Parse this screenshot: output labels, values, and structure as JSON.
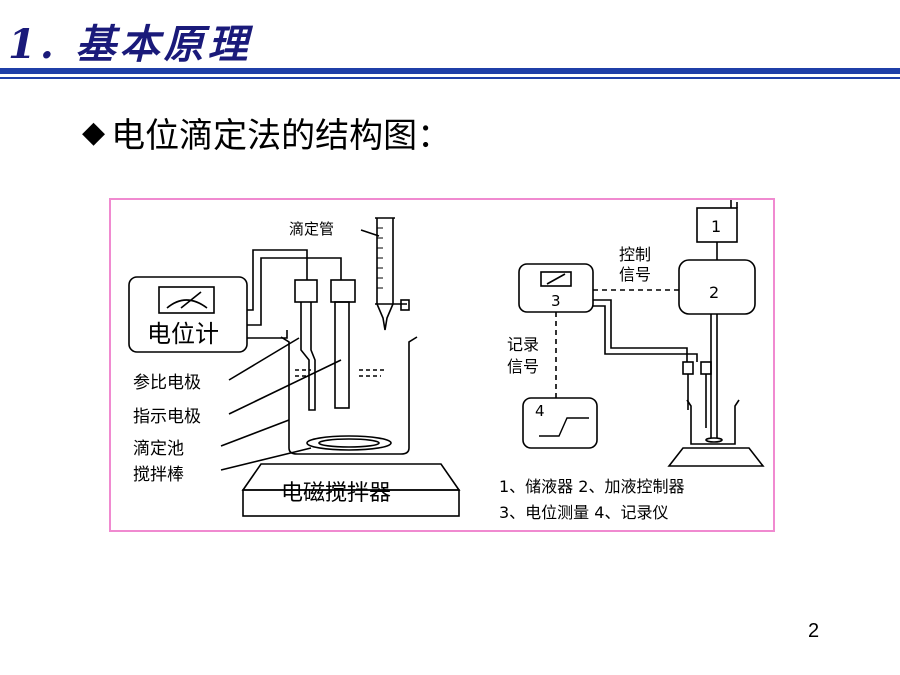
{
  "slide": {
    "title": "1. 基本原理",
    "bullet_icon": "diamond-bullet",
    "subtitle": "电位滴定法的结构图：",
    "page_number": "2"
  },
  "figure": {
    "left": {
      "burette_label": "滴定管",
      "meter_label": "电位计",
      "labels": [
        "参比电极",
        "指示电极",
        "滴定池",
        "搅拌棒"
      ],
      "stirrer_label": "电磁搅拌器"
    },
    "right": {
      "box1": "1",
      "box2": "2",
      "box3": "3",
      "box4": "4",
      "control_signal_line1": "控制",
      "control_signal_line2": "信号",
      "record_signal_line1": "记录",
      "record_signal_line2": "信号",
      "legend_line1": "1、储液器 2、加液控制器",
      "legend_line2": "3、电位测量 4、记录仪"
    }
  },
  "colors": {
    "title": "#1a1a7a",
    "rule": "#1f3fa8",
    "frame": "#f08ad0"
  }
}
